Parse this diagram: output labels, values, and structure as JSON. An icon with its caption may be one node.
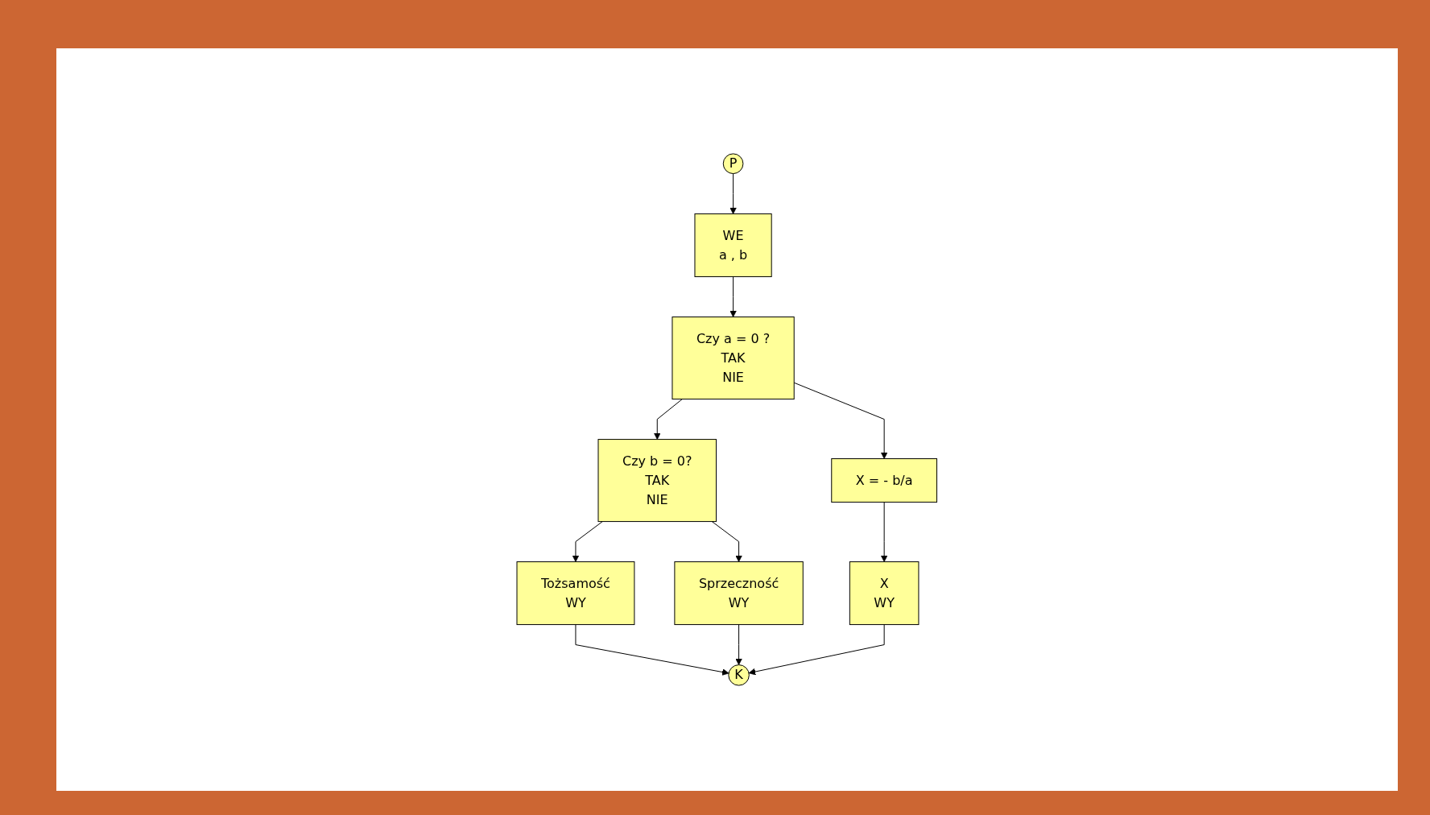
{
  "diagram": {
    "nodes": [
      {
        "text": [
          "P"
        ]
      },
      {
        "text": [
          "WE",
          "a , b"
        ]
      },
      {
        "text": [
          "Czy a = 0 ?",
          "TAK",
          "NIE"
        ]
      },
      {
        "text": [
          "Czy b = 0?",
          "TAK",
          "NIE"
        ]
      },
      {
        "text": [
          "X = - b/a"
        ]
      },
      {
        "text": [
          "Tożsamość",
          "WY"
        ]
      },
      {
        "text": [
          "Sprzeczność",
          "WY"
        ]
      },
      {
        "text": [
          "X",
          "WY"
        ]
      },
      {
        "text": [
          "K"
        ]
      }
    ],
    "edges": [
      {
        "from": 0,
        "to": 1,
        "arrow": "to"
      },
      {
        "from": 1,
        "to": 2,
        "arrow": "to"
      },
      {
        "from": 2,
        "to": 3,
        "arrow": "to"
      },
      {
        "from": 2,
        "to": 4,
        "arrow": "to"
      },
      {
        "from": 3,
        "to": 5,
        "arrow": "to"
      },
      {
        "from": 3,
        "to": 6,
        "arrow": "to"
      },
      {
        "from": 4,
        "to": 7,
        "arrow": "to"
      },
      {
        "from": 5,
        "to": 8,
        "arrow": "to"
      },
      {
        "from": 6,
        "to": 8,
        "arrow": "to"
      },
      {
        "from": 7,
        "to": 8,
        "arrow": "to"
      }
    ]
  }
}
